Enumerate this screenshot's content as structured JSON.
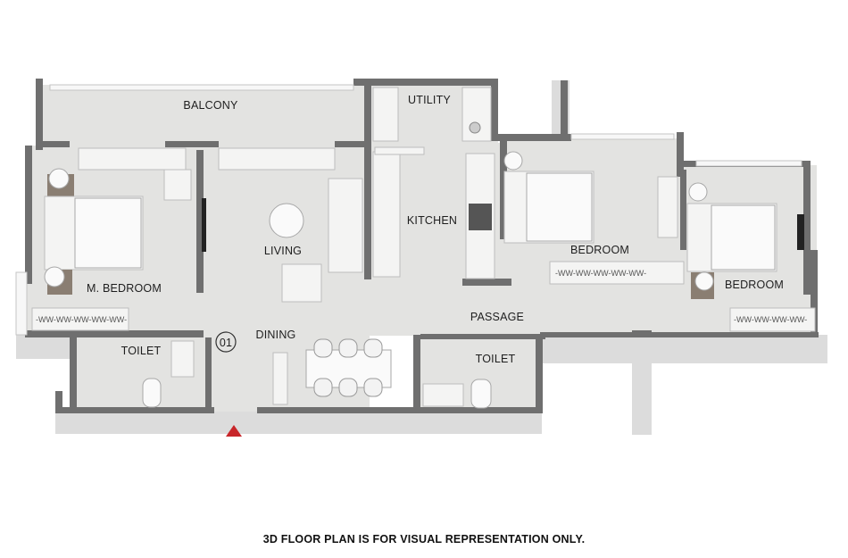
{
  "rooms": {
    "balcony": "BALCONY",
    "utility": "UTILITY",
    "kitchen": "KITCHEN",
    "living": "LIVING",
    "master_bedroom": "M. BEDROOM",
    "bedroom_2": "BEDROOM",
    "bedroom_3": "BEDROOM",
    "passage": "PASSAGE",
    "dining": "DINING",
    "toilet_1": "TOILET",
    "toilet_2": "TOILET"
  },
  "entrance_marker": "01",
  "entrance_arrow_color": "#c8262a",
  "disclaimer": "3D FLOOR PLAN IS FOR VISUAL REPRESENTATION ONLY."
}
